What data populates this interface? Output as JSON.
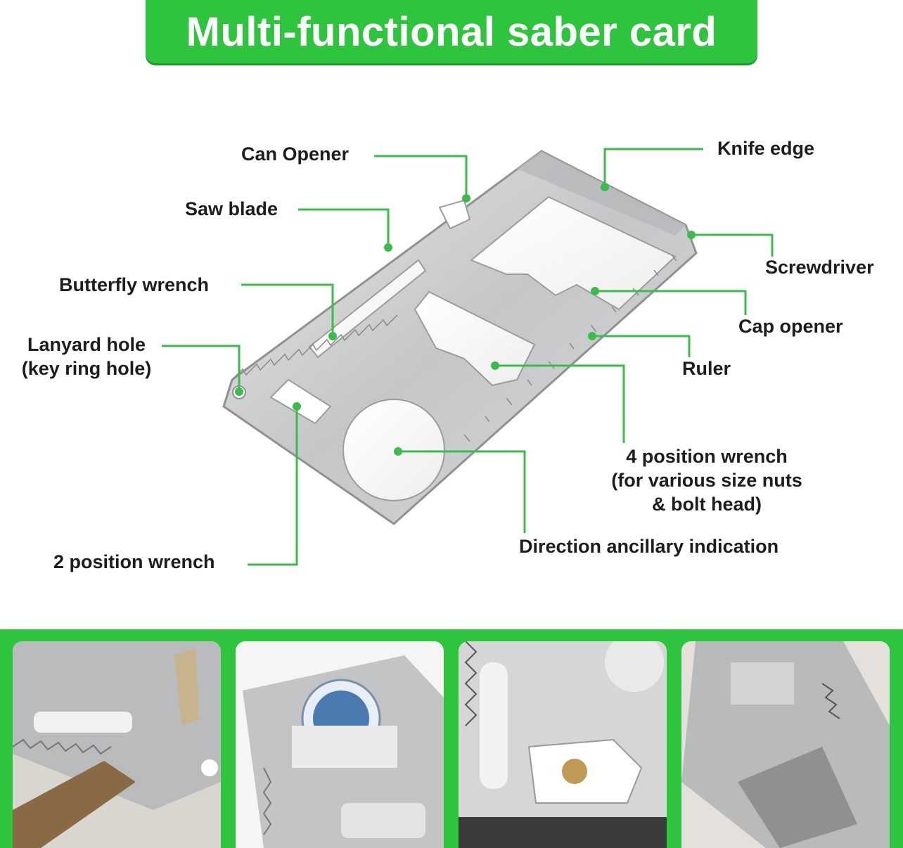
{
  "title": "Multi-functional saber card",
  "labels": {
    "can_opener": "Can Opener",
    "saw_blade": "Saw blade",
    "butterfly_wrench": "Butterfly wrench",
    "lanyard_hole_line1": "Lanyard hole",
    "lanyard_hole_line2": "(key ring hole)",
    "two_position_wrench": "2 position wrench",
    "knife_edge": "Knife edge",
    "screwdriver": "Screwdriver",
    "cap_opener": "Cap opener",
    "ruler": "Ruler",
    "four_pos_line1": "4 position wrench",
    "four_pos_line2": "(for various size nuts",
    "four_pos_line3": "& bolt head)",
    "direction": "Direction ancillary indication"
  },
  "colors": {
    "accent_green": "#2ec43d",
    "leader_green": "#3dbb4c",
    "steel": "#c9cbcd"
  }
}
